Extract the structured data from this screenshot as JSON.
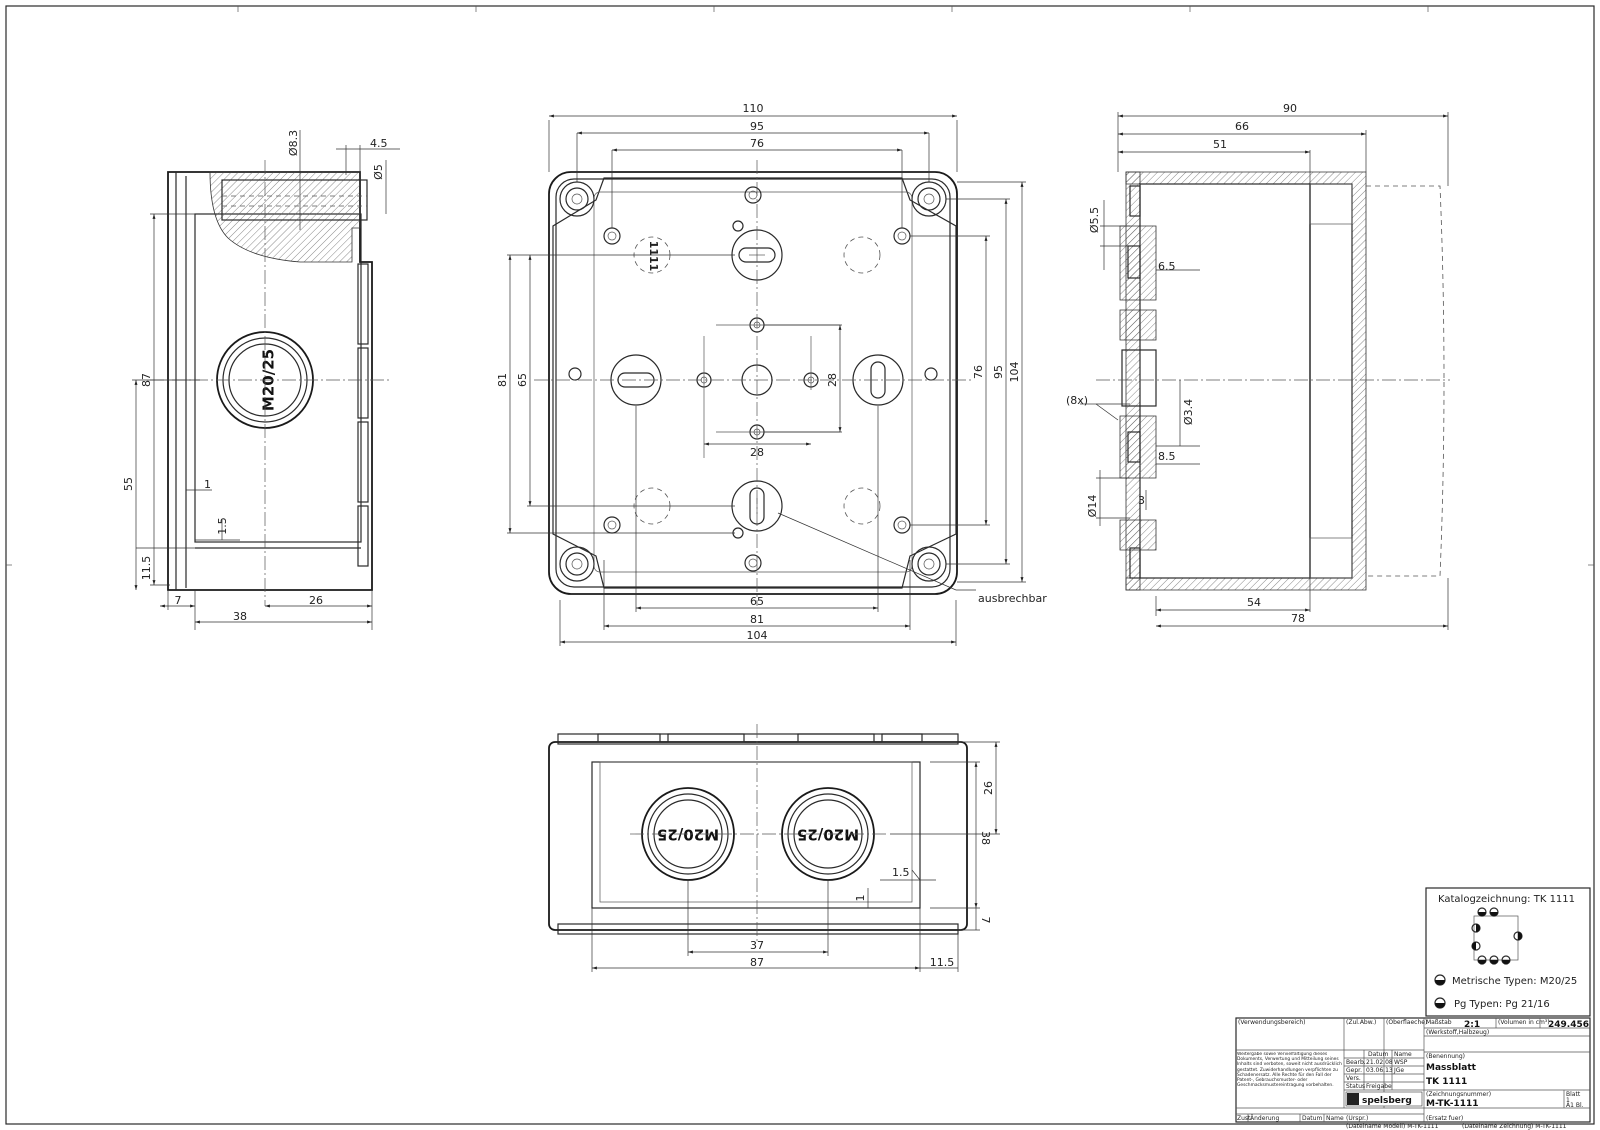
{
  "front_view": {
    "dims": {
      "w110": "110",
      "w95": "95",
      "w76": "76",
      "h81": "81",
      "h65": "65",
      "h28": "28",
      "h76": "76",
      "h95": "95",
      "h104": "104",
      "w28": "28",
      "b65": "65",
      "b81": "81",
      "b104": "104"
    },
    "model_label": "1111",
    "breakout_label": "ausbrechbar"
  },
  "left_view": {
    "dims": {
      "d83": "Ø8.3",
      "d45": "4.5",
      "d5": "Ø5",
      "h87": "87",
      "h55": "55",
      "h115": "11.5",
      "t1": "1",
      "t15": "1.5",
      "b7": "7",
      "b26": "26",
      "b38": "38"
    },
    "gland_label": "M20/25"
  },
  "right_view": {
    "dims": {
      "w90": "90",
      "w66": "66",
      "w51": "51",
      "d55": "Ø5.5",
      "d65": "6.5",
      "x8": "(8x)",
      "d34": "Ø3.4",
      "d85": "8.5",
      "d14": "Ø14",
      "d3": "3",
      "b54": "54",
      "b78": "78"
    }
  },
  "bottom_view": {
    "dims": {
      "h26": "26",
      "h38": "38",
      "t15": "1.5",
      "t1": "1",
      "h7": "7",
      "w37": "37",
      "w87": "87",
      "w115": "11.5"
    },
    "gland_label_1": "M20/25",
    "gland_label_2": "M20/25"
  },
  "katalog": {
    "title": "Katalogzeichnung: TK 1111",
    "metric": "Metrische Typen: M20/25",
    "pg": "Pg Typen: Pg 21/16"
  },
  "title_block": {
    "verwendungsbereich": "(Verwendungsbereich)",
    "zul_abw": "(Zul.Abw.)",
    "oberflaeche": "(Oberflaeche)",
    "massstab_label": "Maßstab",
    "massstab": "2:1",
    "volumen_label": "(Volumen in cm³)",
    "volumen": "249.456",
    "werkstoff": "(Werkstoff,Halbzeug)",
    "benennung_label": "(Benennung)",
    "benennung": "Massblatt",
    "name": "TK 1111",
    "datum_label": "Datum",
    "name_label": "Name",
    "bearb": "Bearb.",
    "bearb_date": "21.02.08",
    "bearb_name": "WSP",
    "gepr": "Gepr.",
    "gepr_date": "03.06.13",
    "gepr_name": "JGe",
    "vers": "Vers.",
    "status": "Status",
    "freigabe": "Freigabe",
    "notice": "Weitergabe sowie Vervielfältigung dieses Dokuments, Verwertung und Mitteilung seines Inhalts sind verboten, soweit nicht ausdrücklich gestattet. Zuwiderhandlungen verpflichten zu Schadenersatz. Alle Rechte für den Fall der Patent-, Gebrauchsmuster- oder Geschmacksmustereintragung vorbehalten.",
    "zeichnungsnummer_label": "(Zeichnungsnummer)",
    "zeichnungsnummer": "M-TK-1111",
    "blatt_label": "Blatt",
    "blatt": "1",
    "blatt_fmt": "A1 Bl.",
    "company": "spelsberg",
    "zust": "Zust.",
    "aenderung": "Änderung",
    "datum2": "Datum",
    "name2": "Name",
    "urspr": "(Urspr.)",
    "ersatz": "(Ersatz fuer)",
    "dateiname_modell": "(Dateiname Modell) M-TK-1111",
    "dateiname_zeichnung": "(Dateiname Zeichnung) M-TK-1111"
  }
}
